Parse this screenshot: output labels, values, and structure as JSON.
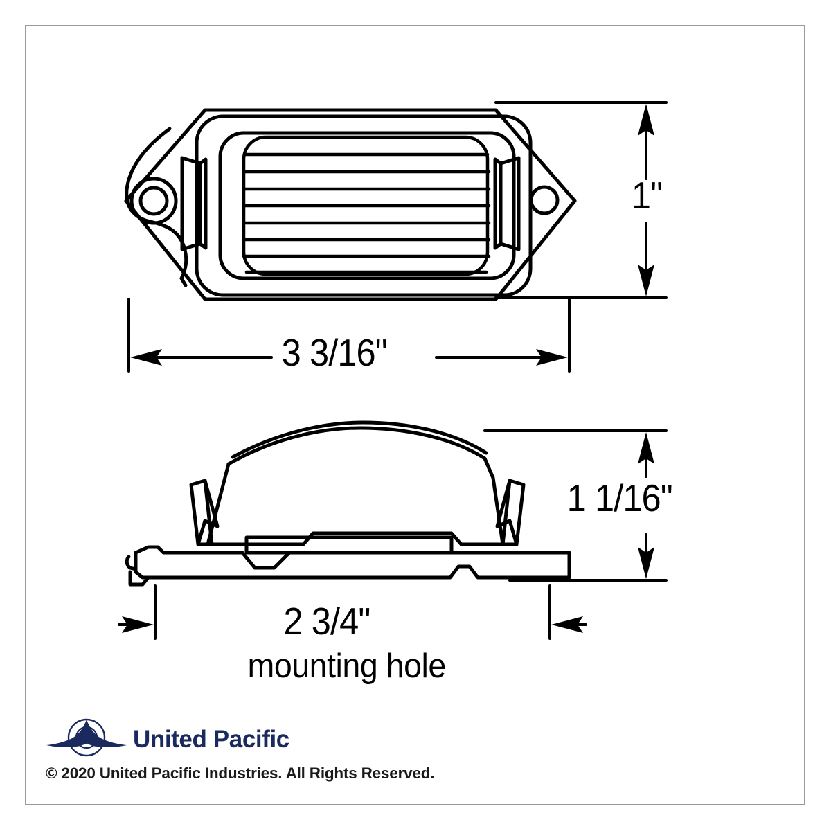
{
  "document": {
    "kind": "technical-dimension-drawing",
    "subject": "license plate light / clearance marker lamp",
    "border_color": "#9a9a9e",
    "line_color": "#000000",
    "background": "#ffffff"
  },
  "views": {
    "top": {
      "name": "top-view",
      "lens_rib_count": 8,
      "left_mounting_hole": "countersunk",
      "right_mounting_hole": "plain"
    },
    "side": {
      "name": "side-view",
      "features": [
        "domed lens",
        "spring clips",
        "base flange",
        "retention notch"
      ]
    }
  },
  "dimensions": {
    "top_width": "3 3/16\"",
    "top_height": "1\"",
    "side_height": "1 1/16\"",
    "side_width": "2 3/4\"",
    "side_width_note": "mounting hole"
  },
  "branding": {
    "logo_icon": "united-pacific-winged-up-logo",
    "wordmark": "United Pacific",
    "wordmark_color": "#1b2a5e",
    "copyright": "© 2020 United Pacific Industries. All Rights Reserved."
  }
}
